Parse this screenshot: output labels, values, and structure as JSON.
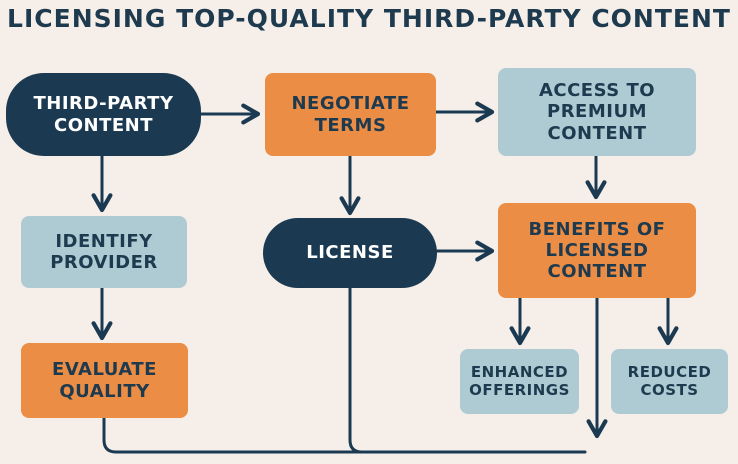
{
  "title": "LICENSING TOP-QUALITY THIRD-PARTY CONTENT",
  "colors": {
    "background": "#f6efe9",
    "dark_node": "#1b3a52",
    "orange_node": "#ec8d45",
    "light_node": "#aecbd4",
    "connector": "#1b3a52"
  },
  "nodes": {
    "third_party_content": {
      "lines": [
        "THIRD-PARTY",
        "CONTENT"
      ]
    },
    "negotiate_terms": {
      "lines": [
        "NEGOTIATE",
        "TERMS"
      ]
    },
    "access_premium": {
      "lines": [
        "ACCESS TO",
        "PREMIUM",
        "CONTENT"
      ]
    },
    "identify_provider": {
      "lines": [
        "IDENTIFY",
        "PROVIDER"
      ]
    },
    "license": {
      "lines": [
        "LICENSE"
      ]
    },
    "benefits": {
      "lines": [
        "BENEFITS OF",
        "LICENSED",
        "CONTENT"
      ]
    },
    "evaluate_quality": {
      "lines": [
        "EVALUATE",
        "QUALITY"
      ]
    },
    "enhanced_offerings": {
      "lines": [
        "ENHANCED",
        "OFFERINGS"
      ]
    },
    "reduced_costs": {
      "lines": [
        "REDUCED",
        "COSTS"
      ]
    }
  }
}
